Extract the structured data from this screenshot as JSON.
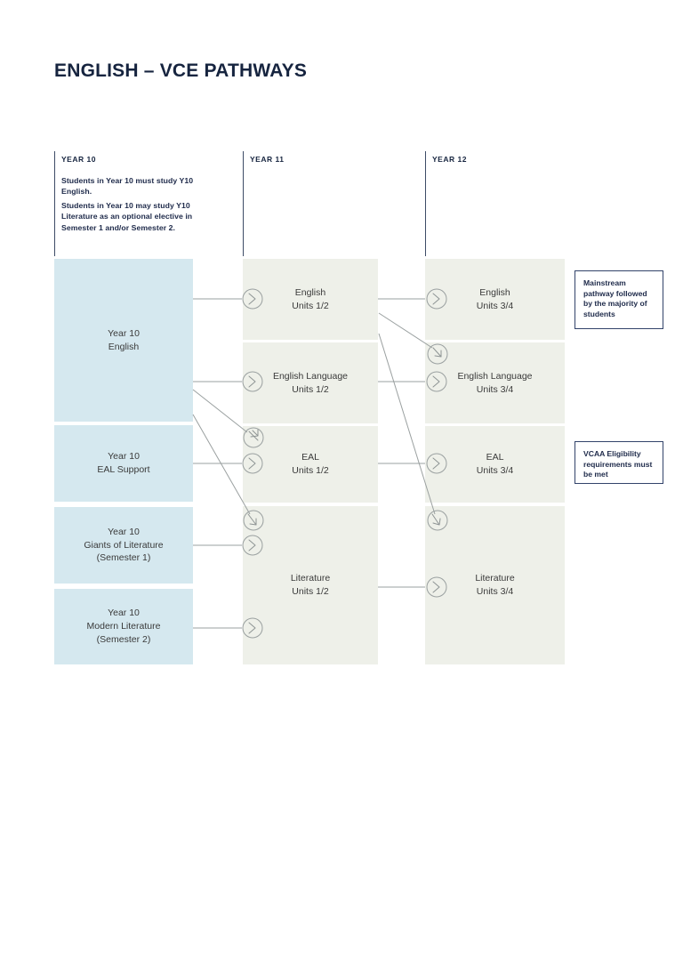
{
  "title": "ENGLISH – VCE PATHWAYS",
  "columns": [
    {
      "id": "year10",
      "label": "YEAR 10",
      "notes": [
        "Students in Year 10 must study Y10 English.",
        "Students in Year 10 may study Y10 Literature as an optional elective in Semester 1 and/or Semester 2."
      ]
    },
    {
      "id": "year11",
      "label": "YEAR 11",
      "notes": []
    },
    {
      "id": "year12",
      "label": "YEAR 12",
      "notes": []
    }
  ],
  "year10_nodes": [
    {
      "id": "y10-english",
      "lines": [
        "Year 10",
        "English"
      ]
    },
    {
      "id": "y10-eal",
      "lines": [
        "Year 10",
        "EAL Support"
      ]
    },
    {
      "id": "y10-giants",
      "lines": [
        "Year 10",
        "Giants of Literature",
        "(Semester 1)"
      ]
    },
    {
      "id": "y10-modern",
      "lines": [
        "Year 10",
        "Modern Literature",
        "(Semester 2)"
      ]
    }
  ],
  "year11_nodes": [
    {
      "id": "y11-english",
      "lines": [
        "English",
        "Units 1/2"
      ]
    },
    {
      "id": "y11-englang",
      "lines": [
        "English Language",
        "Units 1/2"
      ]
    },
    {
      "id": "y11-eal",
      "lines": [
        "EAL",
        "Units 1/2"
      ]
    },
    {
      "id": "y11-literature",
      "lines": [
        "Literature",
        "Units 1/2"
      ]
    }
  ],
  "year12_nodes": [
    {
      "id": "y12-english",
      "lines": [
        "English",
        "Units 3/4"
      ]
    },
    {
      "id": "y12-englang",
      "lines": [
        "English Language",
        "Units 3/4"
      ]
    },
    {
      "id": "y12-eal",
      "lines": [
        "EAL",
        "Units 3/4"
      ]
    },
    {
      "id": "y12-literature",
      "lines": [
        "Literature",
        "Units 3/4"
      ]
    }
  ],
  "callouts": [
    {
      "id": "mainstream",
      "text": "Mainstream pathway followed by the majority of students"
    },
    {
      "id": "vcaa",
      "text": "VCAA Eligibility requirements must be met"
    }
  ],
  "icons": {
    "arrow_right": "arrow-right-circle-icon",
    "arrow_diagonal": "arrow-down-right-circle-icon",
    "arrow_down": "arrow-down-circle-icon"
  },
  "colors": {
    "year10_box": "#d5e8ef",
    "vce_box": "#eef0e9",
    "title": "#16243f",
    "callout_border": "#32436a",
    "wire": "#9aa0a0"
  }
}
